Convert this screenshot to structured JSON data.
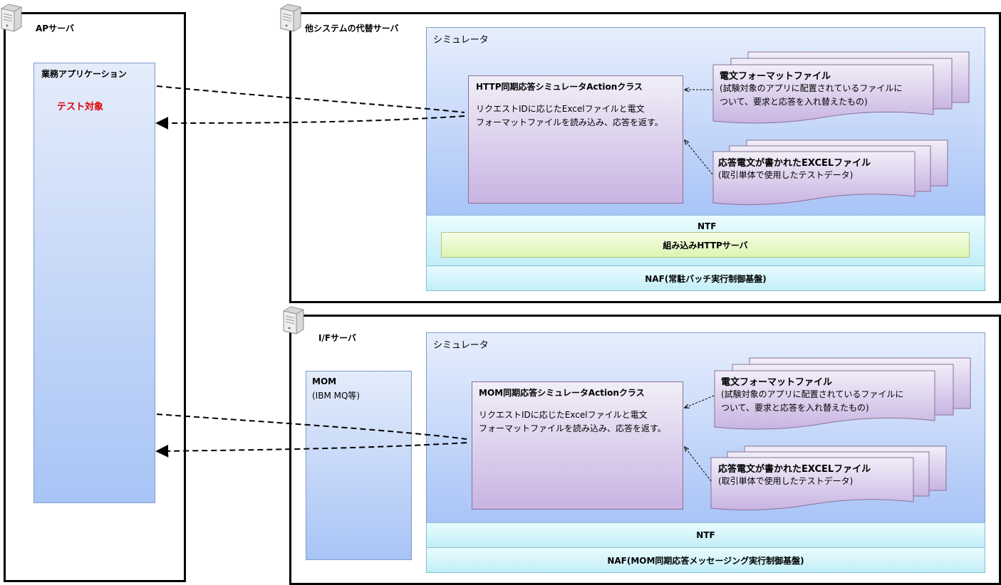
{
  "ap_server": {
    "title": "APサーバ",
    "app_box": {
      "title": "業務アプリケーション",
      "target_label": "テスト対象",
      "target_color": "#e00000"
    }
  },
  "alt_server": {
    "title": "他システムの代替サーバ",
    "simulator": {
      "title": "シミュレータ",
      "action_class": {
        "title": "HTTP同期応答シミュレータActionクラス",
        "desc_line1": "リクエストIDに応じたExcelファイルと電文",
        "desc_line2": "フォーマットファイルを読み込み、応答を返す。"
      },
      "format_file": {
        "title": "電文フォーマットファイル",
        "desc_line1": "(試験対象のアプリに配置されているファイルに",
        "desc_line2": "ついて、要求と応答を入れ替えたもの)"
      },
      "excel_file": {
        "title": "応答電文が書かれたEXCELファイル",
        "desc_line1": "(取引単体で使用したテストデータ)"
      }
    },
    "ntf": "NTF",
    "http_server": "組み込みHTTPサーバ",
    "naf": "NAF(常駐バッチ実行制御基盤)"
  },
  "if_server": {
    "title": "I/Fサーバ",
    "mom": {
      "title": "MOM",
      "subtitle": "(IBM MQ等)"
    },
    "simulator": {
      "title": "シミュレータ",
      "action_class": {
        "title": "MOM同期応答シミュレータActionクラス",
        "desc_line1": "リクエストIDに応じたExcelファイルと電文",
        "desc_line2": "フォーマットファイルを読み込み、応答を返す。"
      },
      "format_file": {
        "title": "電文フォーマットファイル",
        "desc_line1": "(試験対象のアプリに配置されているファイルに",
        "desc_line2": "ついて、要求と応答を入れ替えたもの)"
      },
      "excel_file": {
        "title": "応答電文が書かれたEXCELファイル",
        "desc_line1": "(取引単体で使用したテストデータ)"
      }
    },
    "ntf": "NTF",
    "naf": "NAF(MOM同期応答メッセージング実行制御基盤)"
  },
  "icons": {
    "server": "server-icon"
  }
}
